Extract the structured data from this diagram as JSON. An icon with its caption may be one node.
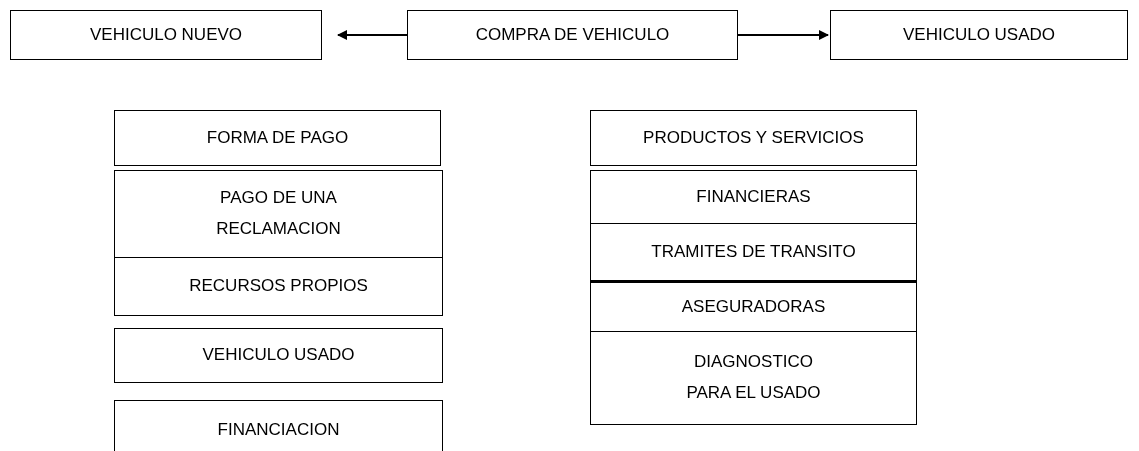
{
  "diagram": {
    "nodes": [
      {
        "text": [
          "VEHICULO NUEVO"
        ]
      },
      {
        "text": [
          "COMPRA DE VEHICULO"
        ]
      },
      {
        "text": [
          "VEHICULO USADO"
        ]
      },
      {
        "text": [
          "FORMA DE PAGO"
        ]
      },
      {
        "text": [
          "PAGO DE UNA RECLAMACION"
        ]
      },
      {
        "text": [
          "RECURSOS PROPIOS"
        ]
      },
      {
        "text": [
          "VEHICULO USADO"
        ]
      },
      {
        "text": [
          "FINANCIACION"
        ]
      },
      {
        "text": [
          "PRODUCTOS Y SERVICIOS"
        ]
      },
      {
        "text": [
          "FINANCIERAS"
        ]
      },
      {
        "text": [
          "TRAMITES DE TRANSITO"
        ]
      },
      {
        "text": [
          "ASEGURADORAS"
        ]
      },
      {
        "text": [
          "DIAGNOSTICO PARA EL USADO"
        ]
      }
    ],
    "edges": [
      {
        "from": 1,
        "to": 0,
        "arrow": "to"
      },
      {
        "from": 1,
        "to": 2,
        "arrow": "to"
      }
    ]
  }
}
